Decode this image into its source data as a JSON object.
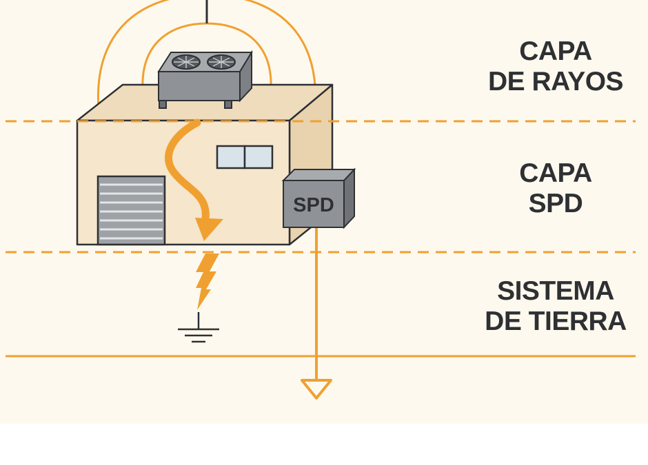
{
  "layers": {
    "lightning": {
      "line1": "CAPA",
      "line2": "DE RAYOS"
    },
    "spd": {
      "line1": "CAPA",
      "line2": "SPD"
    },
    "ground": {
      "line1": "SISTEMA",
      "line2": "DE TIERRA"
    }
  },
  "device": {
    "label": "SPD"
  },
  "colors": {
    "accent": "#f0a030",
    "background": "#fdf9ee",
    "building_front": "#f5e6cc",
    "building_top": "#efdcbc",
    "building_side": "#e9d2ae",
    "equipment_gray": "#8f9397",
    "text": "#2e3033"
  },
  "icons": [
    "hvac-unit-icon",
    "fan-icon",
    "lightning-bolt-icon",
    "ground-symbol-icon",
    "surge-protection-device-icon"
  ]
}
